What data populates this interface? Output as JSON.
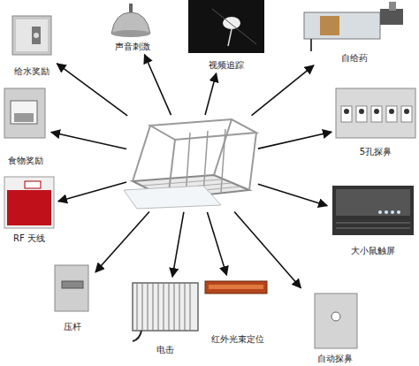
{
  "diagram": {
    "nodes": [
      {
        "text": [
          "给水奖励"
        ]
      },
      {
        "text": [
          "声音刺激"
        ]
      },
      {
        "text": [
          "视频追踪"
        ]
      },
      {
        "text": [
          "自给药"
        ]
      },
      {
        "text": [
          "食物奖励"
        ]
      },
      {
        "text": []
      },
      {
        "text": [
          "5孔探鼻"
        ]
      },
      {
        "text": [
          "RF 天线"
        ]
      },
      {
        "text": [
          "大小鼠触屏"
        ]
      },
      {
        "text": [
          "压杆"
        ]
      },
      {
        "text": [
          "电击"
        ]
      },
      {
        "text": [
          "红外光束定位"
        ]
      },
      {
        "text": [
          "自动探鼻"
        ]
      }
    ],
    "edges": [
      {
        "from": 5,
        "to": 0,
        "arrow": "to"
      },
      {
        "from": 5,
        "to": 1,
        "arrow": "to"
      },
      {
        "from": 5,
        "to": 2,
        "arrow": "to"
      },
      {
        "from": 5,
        "to": 3,
        "arrow": "to"
      },
      {
        "from": 5,
        "to": 4,
        "arrow": "to"
      },
      {
        "from": 5,
        "to": 6,
        "arrow": "to"
      },
      {
        "from": 5,
        "to": 7,
        "arrow": "to"
      },
      {
        "from": 5,
        "to": 8,
        "arrow": "to"
      },
      {
        "from": 5,
        "to": 9,
        "arrow": "to"
      },
      {
        "from": 5,
        "to": 10,
        "arrow": "to"
      },
      {
        "from": 5,
        "to": 11,
        "arrow": "to"
      },
      {
        "from": 5,
        "to": 12,
        "arrow": "to"
      }
    ]
  }
}
